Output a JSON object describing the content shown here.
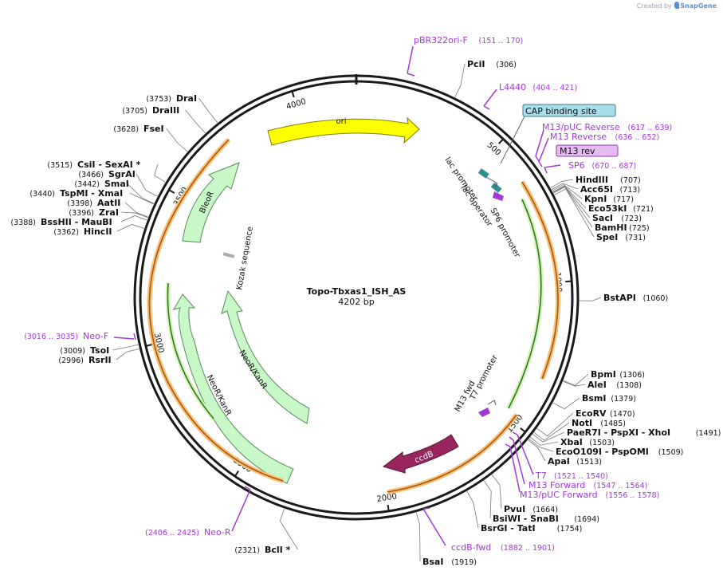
{
  "credit": {
    "prefix": "Created by",
    "brand": "SnapGene"
  },
  "plasmid": {
    "name": "Topo-Tbxas1_ISH_AS",
    "length": "4202 bp",
    "length_bp": 4202
  },
  "ticks": [
    {
      "bp": 500,
      "label": "500"
    },
    {
      "bp": 1000,
      "label": "1000"
    },
    {
      "bp": 1500,
      "label": "1500"
    },
    {
      "bp": 2000,
      "label": "2000"
    },
    {
      "bp": 2500,
      "label": "2500"
    },
    {
      "bp": 3000,
      "label": "3000"
    },
    {
      "bp": 3500,
      "label": "3500"
    },
    {
      "bp": 4000,
      "label": "4000"
    }
  ],
  "sites": [
    {
      "name": "PciI",
      "pos": "(306)",
      "bp": 306
    },
    {
      "name": "HindIII",
      "pos": "(707)",
      "bp": 707
    },
    {
      "name": "Acc65I",
      "pos": "(713)",
      "bp": 713
    },
    {
      "name": "KpnI",
      "pos": "(717)",
      "bp": 717
    },
    {
      "name": "Eco53kI",
      "pos": "(721)",
      "bp": 721
    },
    {
      "name": "SacI",
      "pos": "(723)",
      "bp": 723
    },
    {
      "name": "BamHI",
      "pos": "(725)",
      "bp": 725
    },
    {
      "name": "SpeI",
      "pos": "(731)",
      "bp": 731
    },
    {
      "name": "BstAPI",
      "pos": "(1060)",
      "bp": 1060
    },
    {
      "name": "BpmI",
      "pos": "(1306)",
      "bp": 1306
    },
    {
      "name": "AleI",
      "pos": "(1308)",
      "bp": 1308
    },
    {
      "name": "BsmI",
      "pos": "(1379)",
      "bp": 1379
    },
    {
      "name": "EcoRV",
      "pos": "(1470)",
      "bp": 1470
    },
    {
      "name": "NotI",
      "pos": "(1485)",
      "bp": 1485
    },
    {
      "name": "PaeR7I  - PspXI  - XhoI",
      "pos": "(1491)",
      "bp": 1491
    },
    {
      "name": "XbaI",
      "pos": "(1503)",
      "bp": 1503
    },
    {
      "name": "EcoO109I  - PspOMI",
      "pos": "(1509)",
      "bp": 1509
    },
    {
      "name": "ApaI",
      "pos": "(1513)",
      "bp": 1513
    },
    {
      "name": "PvuI",
      "pos": "(1664)",
      "bp": 1664
    },
    {
      "name": "BsiWI  - SnaBI",
      "pos": "(1694)",
      "bp": 1694
    },
    {
      "name": "BsrGI  - TatI",
      "pos": "(1754)",
      "bp": 1754
    },
    {
      "name": "BsaI",
      "pos": "(1919)",
      "bp": 1919
    },
    {
      "name": "BclI *",
      "pos": "(2321)",
      "bp": 2321
    },
    {
      "name": "TsoI",
      "pos": "(3009)",
      "bp": 3009
    },
    {
      "name": "RsrII",
      "pos": "(2996)",
      "bp": 2996
    },
    {
      "name": "HincII",
      "pos": "(3362)",
      "bp": 3362
    },
    {
      "name": "BssHII  - MauBI",
      "pos": "(3388)",
      "bp": 3388
    },
    {
      "name": "ZraI",
      "pos": "(3396)",
      "bp": 3396
    },
    {
      "name": "AatII",
      "pos": "(3398)",
      "bp": 3398
    },
    {
      "name": "TspMI  - XmaI",
      "pos": "(3440)",
      "bp": 3440
    },
    {
      "name": "SmaI",
      "pos": "(3442)",
      "bp": 3442
    },
    {
      "name": "SgrAI",
      "pos": "(3466)",
      "bp": 3466
    },
    {
      "name": "CsiI  - SexAI *",
      "pos": "(3515)",
      "bp": 3515
    },
    {
      "name": "FseI",
      "pos": "(3628)",
      "bp": 3628
    },
    {
      "name": "DraIII",
      "pos": "(3705)",
      "bp": 3705
    },
    {
      "name": "DraI",
      "pos": "(3753)",
      "bp": 3753
    }
  ],
  "primers": [
    {
      "name": "pBR322ori-F",
      "pos": "(151 .. 170)",
      "bp": 160
    },
    {
      "name": "L4440",
      "pos": "(404 .. 421)",
      "bp": 412
    },
    {
      "name": "M13/pUC Reverse",
      "pos": "(617 .. 639)",
      "bp": 628
    },
    {
      "name": "M13 Reverse",
      "pos": "(636 .. 652)",
      "bp": 644
    },
    {
      "name": "SP6",
      "pos": "(670 .. 687)",
      "bp": 678
    },
    {
      "name": "T7",
      "pos": "(1521 .. 1540)",
      "bp": 1530
    },
    {
      "name": "M13 Forward",
      "pos": "(1547 .. 1564)",
      "bp": 1555
    },
    {
      "name": "M13/pUC Forward",
      "pos": "(1556 .. 1578)",
      "bp": 1567
    },
    {
      "name": "ccdB-fwd",
      "pos": "(1882 .. 1901)",
      "bp": 1891
    },
    {
      "name": "Neo-R",
      "pos": "(2406 .. 2425)",
      "bp": 2415
    },
    {
      "name": "Neo-F",
      "pos": "(3016 .. 3035)",
      "bp": 3025
    }
  ],
  "boxed_features": [
    {
      "name": "CAP binding site",
      "fill": "#a9dde8",
      "stroke": "#3f7f8f"
    },
    {
      "name": "M13 rev",
      "fill": "#e7bcf2",
      "stroke": "#8a3aa8"
    }
  ],
  "inner_labels": {
    "lac_promoter": "lac promoter",
    "lac_operator": "lac operator",
    "sp6_promoter": "SP6 promoter",
    "kozak": "Kozak sequence",
    "m13_fwd": "M13 fwd",
    "t7_promoter": "T7 promoter"
  },
  "arrows": [
    {
      "name": "ori",
      "fill": "#ffff00",
      "stroke": "#7d7d00",
      "text_color": "#111111"
    },
    {
      "name": "ccdB",
      "fill": "#98265d",
      "stroke": "#5a1235",
      "text_color": "#ffffff"
    },
    {
      "name": "BleoR",
      "fill": "#c8f8c8",
      "stroke": "#5a8a5a",
      "text_color": "#111111"
    },
    {
      "name": "NeoR/KanR",
      "fill": "#c8f8c8",
      "stroke": "#5a8a5a",
      "text_color": "#111111"
    },
    {
      "name": "NeoR/KanR",
      "fill": "#c8f8c8",
      "stroke": "#5a8a5a",
      "text_color": "#111111"
    }
  ],
  "colors": {
    "backbone": "#1a1a1a",
    "orange_track": "#f2c27a",
    "orange_arrow": "#b4560a",
    "green_arrow": "#2f7a12",
    "primer": "#a238d6"
  }
}
